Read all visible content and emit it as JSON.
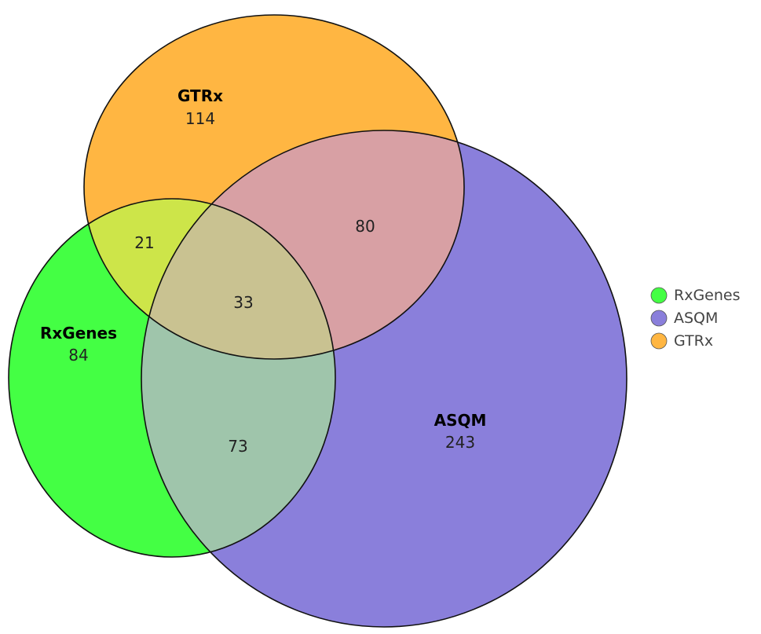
{
  "diagram": {
    "type": "venn3",
    "sets": [
      {
        "key": "rx",
        "name": "RxGenes",
        "only_count": "84",
        "color": "#44ff44"
      },
      {
        "key": "asqm",
        "name": "ASQM",
        "only_count": "243",
        "color": "#8a7fdb"
      },
      {
        "key": "gtrx",
        "name": "GTRx",
        "only_count": "114",
        "color": "#ffb642"
      }
    ],
    "intersections": {
      "rx_gtrx": "21",
      "gtrx_asqm": "80",
      "rx_asqm": "73",
      "all_three": "33"
    },
    "region_colors": {
      "rx_gtrx": "#cde549",
      "gtrx_asqm": "#d8a0a4",
      "rx_asqm": "#9fc5ab",
      "all_three": "#c9c291"
    }
  },
  "legend": {
    "items": [
      {
        "label": "RxGenes",
        "color": "#44ff44"
      },
      {
        "label": "ASQM",
        "color": "#8a7fdb"
      },
      {
        "label": "GTRx",
        "color": "#ffb642"
      }
    ]
  }
}
